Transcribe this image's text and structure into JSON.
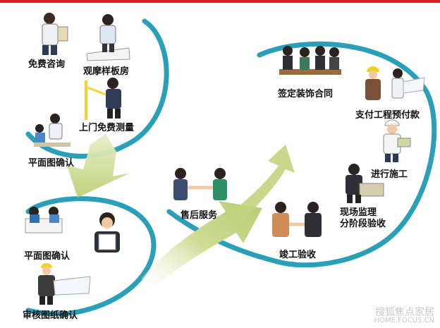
{
  "steps": {
    "free_consult": "免费咨询",
    "view_model": "观摩样板房",
    "measure": "上门免费测量",
    "plan_confirm_1": "平面图确认",
    "plan_confirm_2": "平面图确认",
    "review_drawings": "审核图纸确认",
    "after_sales": "售后服务",
    "sign_contract": "签定装饰合同",
    "pay_budget": "支付工程预付款",
    "construction": "进行施工",
    "supervision_line1": "现场监理",
    "supervision_line2": "分阶段验收",
    "completion": "竣工验收"
  },
  "watermark": {
    "brand": "搜狐焦点家居",
    "url": "HOME.FOCUS.CN"
  },
  "colors": {
    "topbar": "#d81e1e",
    "ring": "#1f9db5",
    "arrow": "#c9d98a"
  }
}
